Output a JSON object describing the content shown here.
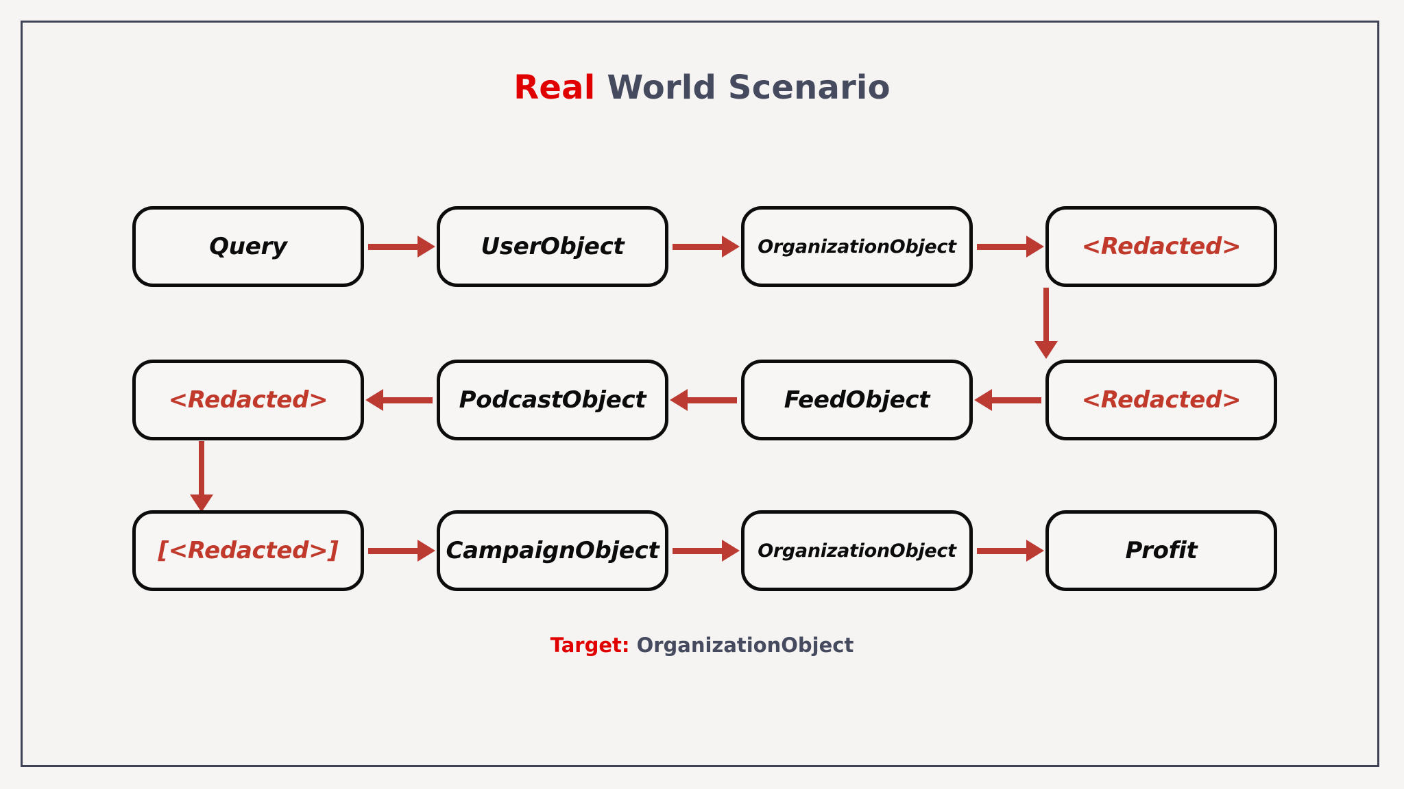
{
  "title": {
    "accent": "Real",
    "rest": " World Scenario"
  },
  "colors": {
    "accent_red": "#e00000",
    "arrow_red": "#bb3a32",
    "redacted_red": "#c0392b",
    "title_slate": "#454a5e",
    "frame_border": "#3f4254",
    "node_border": "#0c0c0c",
    "background": "#f5f4f3"
  },
  "diagram": {
    "type": "flow",
    "rows": [
      {
        "direction": "right",
        "nodes": [
          {
            "label": "Query",
            "redacted": false,
            "long": false
          },
          {
            "label": "UserObject",
            "redacted": false,
            "long": false
          },
          {
            "label": "OrganizationObject",
            "redacted": false,
            "long": true
          },
          {
            "label": "<Redacted>",
            "redacted": true,
            "long": false
          }
        ]
      },
      {
        "direction": "left",
        "nodes": [
          {
            "label": "<Redacted>",
            "redacted": true,
            "long": false
          },
          {
            "label": "PodcastObject",
            "redacted": false,
            "long": false
          },
          {
            "label": "FeedObject",
            "redacted": false,
            "long": false
          },
          {
            "label": "<Redacted>",
            "redacted": true,
            "long": false
          }
        ]
      },
      {
        "direction": "right",
        "nodes": [
          {
            "label": "[<Redacted>]",
            "redacted": true,
            "long": false
          },
          {
            "label": "CampaignObject",
            "redacted": false,
            "long": false
          },
          {
            "label": "OrganizationObject",
            "redacted": false,
            "long": true
          },
          {
            "label": "Profit",
            "redacted": false,
            "long": false
          }
        ]
      }
    ],
    "vertical_connectors": [
      {
        "name": "row1-to-row2-right",
        "direction": "down"
      },
      {
        "name": "row2-to-row3-left",
        "direction": "down"
      }
    ]
  },
  "footer": {
    "target_key": "Target:",
    "target_value": " OrganizationObject"
  }
}
